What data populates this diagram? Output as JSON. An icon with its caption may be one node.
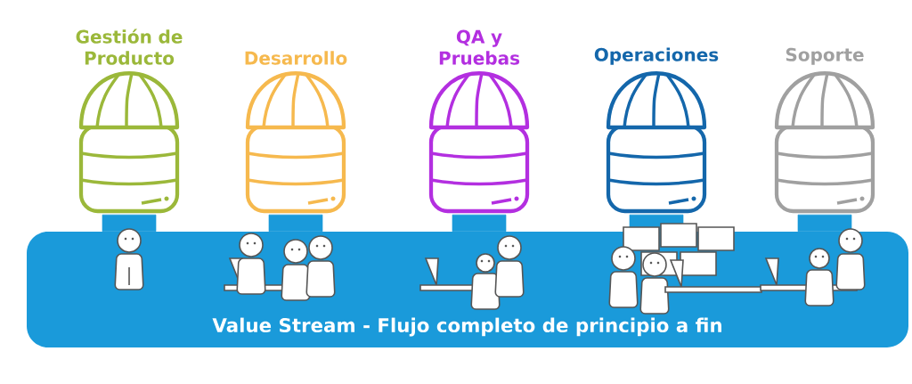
{
  "diagram": {
    "nodes": [
      {
        "text": [
          "Gestión de Producto"
        ]
      },
      {
        "text": [
          "Desarrollo"
        ]
      },
      {
        "text": [
          "QA y Pruebas"
        ]
      },
      {
        "text": [
          "Operaciones"
        ]
      },
      {
        "text": [
          "Soporte"
        ]
      },
      {
        "text": [
          "Value Stream - Flujo completo de principio a fin"
        ]
      }
    ],
    "edges": [
      {
        "from": 0,
        "to": 5,
        "arrow": "none"
      },
      {
        "from": 1,
        "to": 5,
        "arrow": "none"
      },
      {
        "from": 2,
        "to": 5,
        "arrow": "none"
      },
      {
        "from": 3,
        "to": 5,
        "arrow": "none"
      },
      {
        "from": 4,
        "to": 5,
        "arrow": "none"
      }
    ]
  }
}
